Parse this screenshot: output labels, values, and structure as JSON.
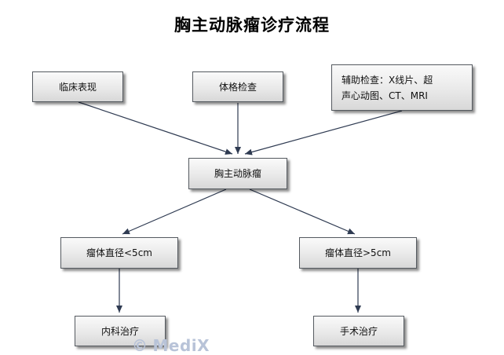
{
  "title": "胸主动脉瘤诊疗流程",
  "nodes": {
    "clinical": "临床表现",
    "physical": "体格检查",
    "aux_line1": "辅助检查：X线片、超",
    "aux_line2": "声心动图、CT、MRI",
    "center": "胸主动脉瘤",
    "small": "瘤体直径<5cm",
    "large": "瘤体直径>5cm",
    "medical": "内科治疗",
    "surgical": "手术治疗"
  },
  "watermark": {
    "symbol": "©",
    "text": "MediX"
  },
  "colors": {
    "edge": "#2f3b52",
    "watermark": "#b8c3d8"
  }
}
